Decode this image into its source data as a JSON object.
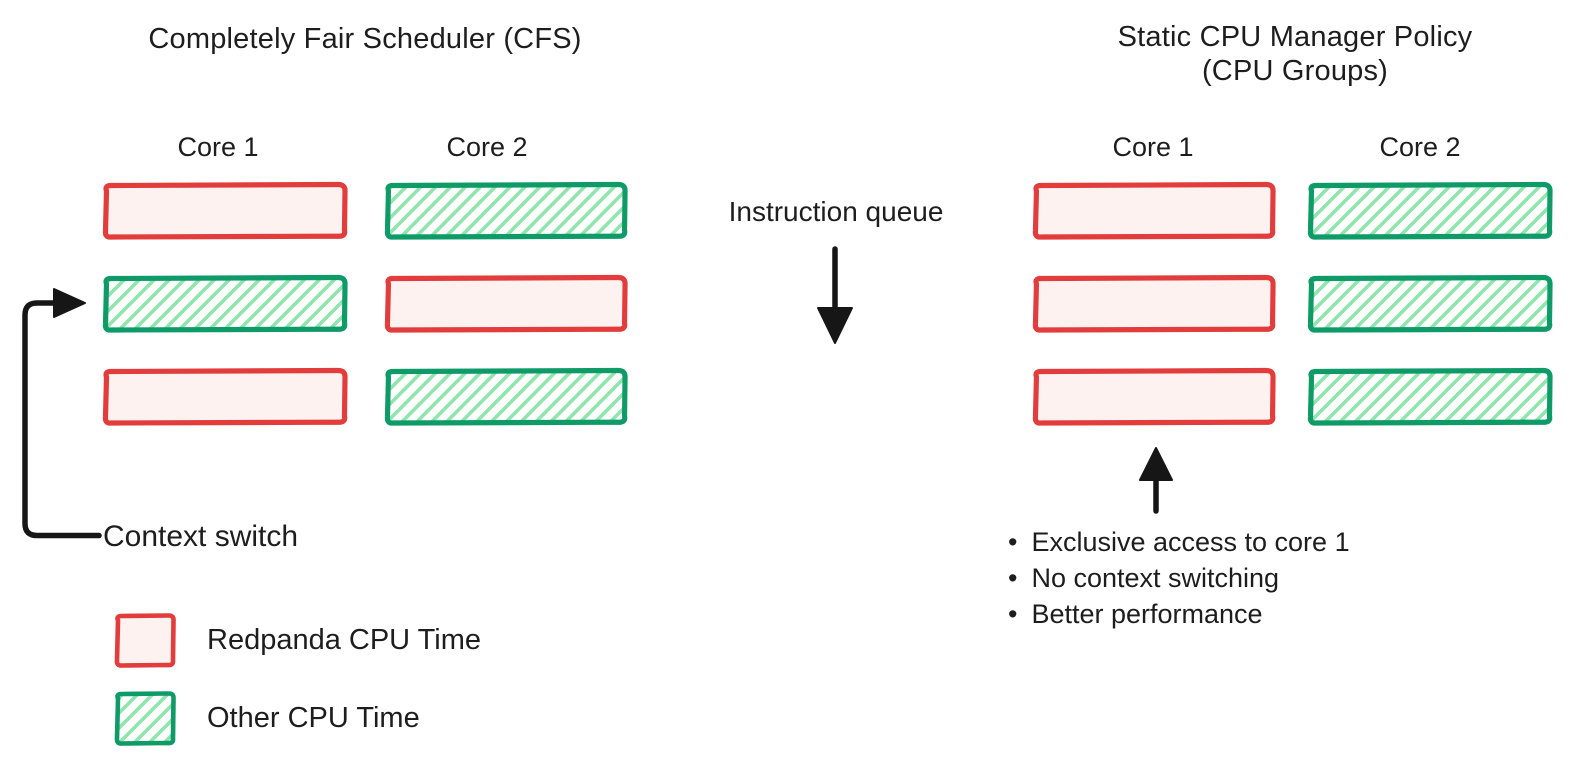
{
  "colors": {
    "redpanda_stroke": "#e23c3c",
    "redpanda_fill": "#fdf2f0",
    "other_stroke": "#0f9b68",
    "other_hatch": "#8fe5ac",
    "text": "#1d1d1d",
    "arrow": "#161616"
  },
  "left_panel": {
    "title": "Completely Fair Scheduler (CFS)",
    "context_switch_label": "Context switch",
    "cores": [
      {
        "label": "Core 1",
        "slots": [
          "redpanda",
          "other",
          "redpanda"
        ]
      },
      {
        "label": "Core 2",
        "slots": [
          "other",
          "redpanda",
          "other"
        ]
      }
    ]
  },
  "center": {
    "instruction_queue_label": "Instruction queue"
  },
  "right_panel": {
    "title": "Static CPU Manager Policy\n(CPU Groups)",
    "cores": [
      {
        "label": "Core 1",
        "slots": [
          "redpanda",
          "redpanda",
          "redpanda"
        ]
      },
      {
        "label": "Core 2",
        "slots": [
          "other",
          "other",
          "other"
        ]
      }
    ],
    "bullets": [
      "Exclusive access to core 1",
      "No context switching",
      "Better performance"
    ],
    "bullet_glyph": "•"
  },
  "legend": {
    "items": [
      {
        "swatch": "redpanda",
        "label": "Redpanda CPU Time"
      },
      {
        "swatch": "other",
        "label": "Other CPU Time"
      }
    ]
  }
}
